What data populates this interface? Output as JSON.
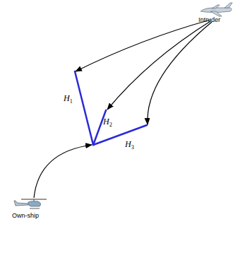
{
  "diagram": {
    "labels": [
      "Intruder",
      "H1",
      "H2",
      "H3",
      "Own-ship"
    ]
  }
}
